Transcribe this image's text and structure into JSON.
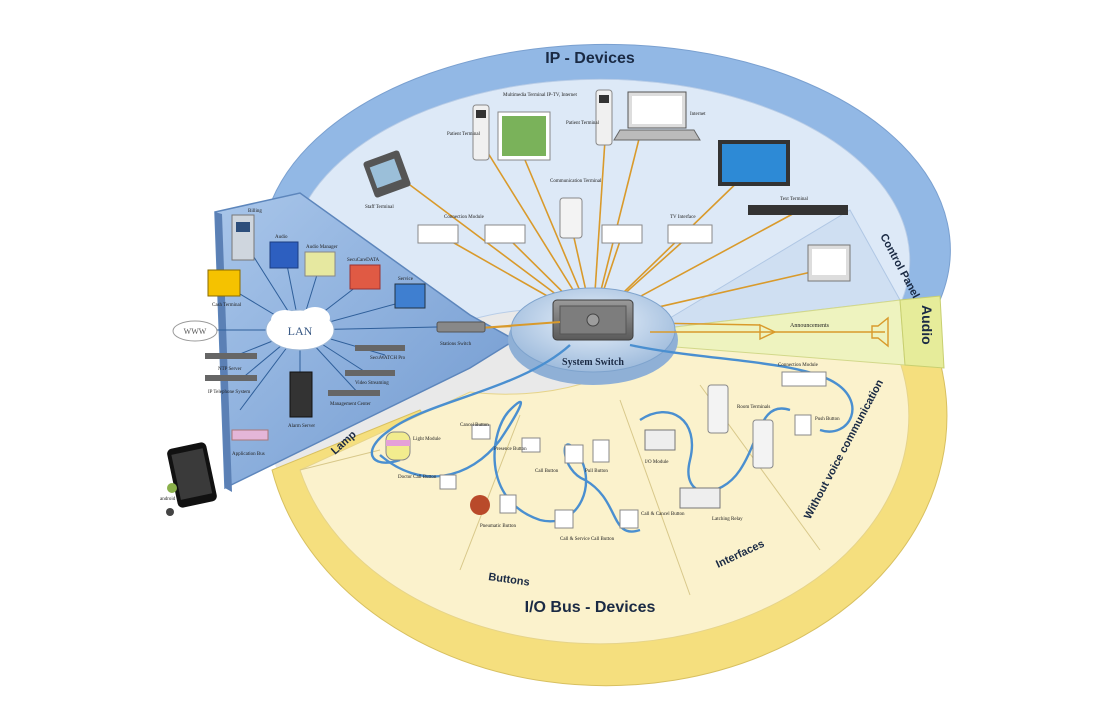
{
  "sectors": {
    "ip_devices": "IP - Devices",
    "control_panel": "Control Panel",
    "audio": "Audio",
    "io_bus": "I/O Bus - Devices",
    "lamp": "Lamp",
    "buttons": "Buttons",
    "interfaces": "Interfaces",
    "without_voice": "Without voice communication"
  },
  "center": {
    "system_switch": "System Switch"
  },
  "ip_labels": {
    "staff_terminal": "Staff Terminal",
    "patient_terminal_1": "Patient Terminal",
    "multimedia_terminal": "Multimedia Terminal IP-TV, Internet",
    "patient_terminal_2": "Patient Terminal",
    "internet": "Internet",
    "communication_terminal": "Communication Terminal",
    "connection_module": "Connection Module",
    "tv_interface": "TV Interface",
    "text_terminal": "Text Terminal"
  },
  "audio_labels": {
    "announcements": "Announcements"
  },
  "lan_labels": {
    "lan": "LAN",
    "www": "WWW",
    "billing": "Billing",
    "audio": "Audio",
    "audio_manager": "Audio Manager",
    "securicare": "SecuCareDATA",
    "cash_terminal": "Cash Terminal",
    "service": "Service",
    "ntp_server": "NTP Server",
    "ip_telephone_system": "IP Telephone System",
    "alarm_server": "Alarm Server",
    "application_bus": "Application Bus",
    "management_center": "Management Center",
    "video_streaming": "Video Streaming",
    "securewatch_pro": "SecuWATCH Pro",
    "stations_switch": "Stations Switch"
  },
  "io_labels": {
    "light_module": "Light Module",
    "cancel_button": "Cancel Button",
    "presence_button": "Presence Button",
    "doctor_call_button": "Doctor Call Button",
    "call_button": "Call Button",
    "pull_button": "Pull Button",
    "pneumatic_button": "Pneumatic Button",
    "call_service_button": "Call & Service Call Button",
    "call_cancel_button": "Call & Cancel Button",
    "io_module": "I/O Module",
    "latching_relay": "Latching Relay",
    "room_terminals": "Room Terminals",
    "connection_module": "Connection Module",
    "push_button": "Push Button"
  },
  "phone": {
    "android_label": "android"
  },
  "colors": {
    "ip_ring": "#8fb6e4",
    "ip_fill": "#dce8f7",
    "io_ring": "#f3dc7a",
    "io_fill": "#fbf1c8",
    "audio_fill": "#eef2b8",
    "cable": "#d99a2b",
    "bus_line": "#4a8fd0",
    "hub": "#b8cfe8"
  }
}
